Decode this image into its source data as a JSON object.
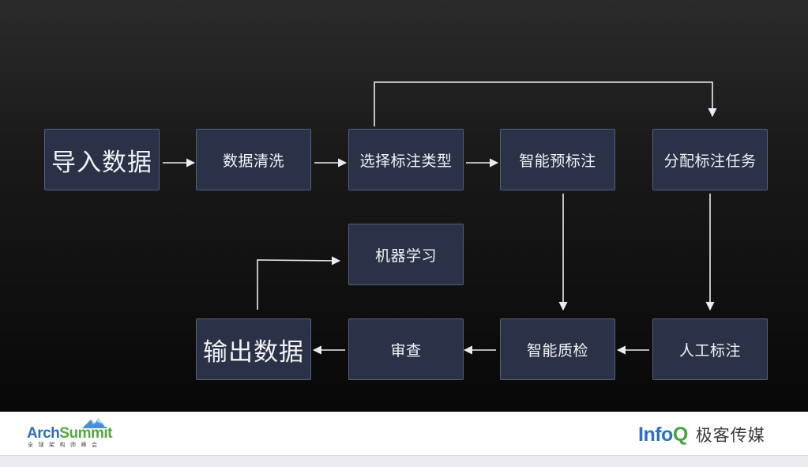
{
  "nodes": {
    "import": "导入数据",
    "clean": "数据清洗",
    "select_type": "选择标注类型",
    "pre_label": "智能预标注",
    "assign": "分配标注任务",
    "ml": "机器学习",
    "output": "输出数据",
    "review": "审查",
    "qc": "智能质检",
    "manual": "人工标注"
  },
  "footer": {
    "arch_left": "Arch",
    "arch_right": "Summit",
    "arch_tagline": "全球架构师峰会",
    "infoq_left": "Info",
    "infoq_q": "Q",
    "infoq_cn": "极客传媒"
  },
  "colors": {
    "node_fill": "#2b3247",
    "node_border": "#57607a",
    "arrow": "#e9ecf2",
    "arch_blue": "#2f6fb8",
    "arch_green": "#53a83f",
    "infoq_blue": "#2b70c9",
    "infoq_green": "#44a23f"
  }
}
